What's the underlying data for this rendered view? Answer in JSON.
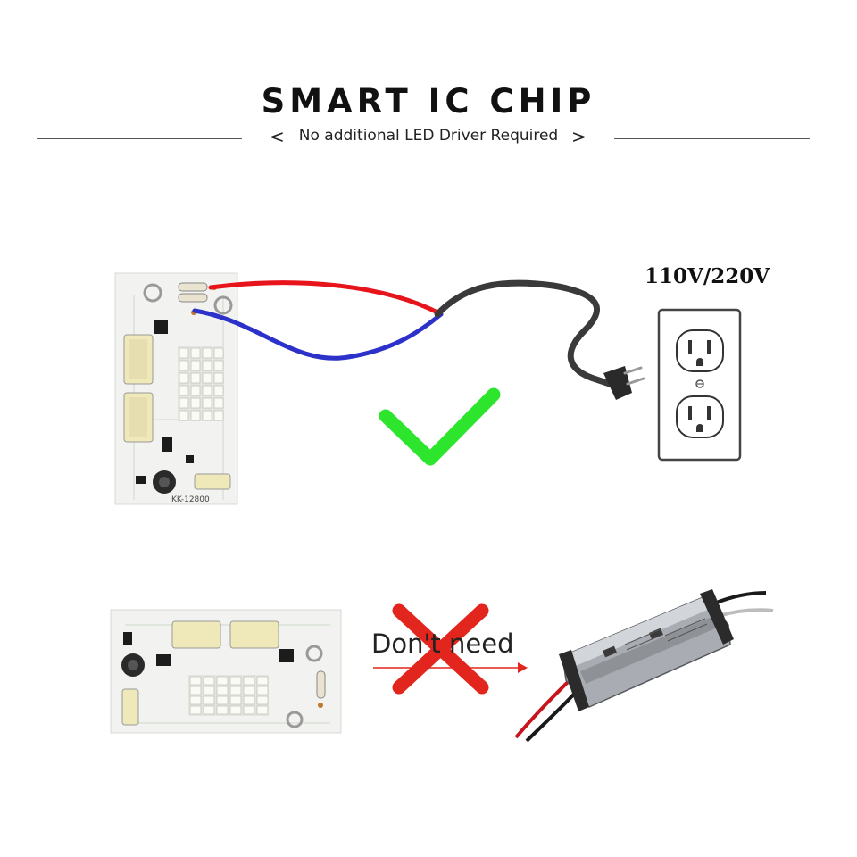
{
  "header": {
    "title": "SMART IC CHIP",
    "subtitle": "No additional LED Driver Required",
    "chevron_left": "<",
    "chevron_right": ">"
  },
  "top_section": {
    "voltage_label": "110V/220V",
    "board_label": "KK-12800"
  },
  "bottom_section": {
    "dont_need_label": "Don't need"
  },
  "colors": {
    "check": "#2ee52e",
    "cross": "#e2261d",
    "live_wire": "#e8141c",
    "neutral_wire": "#2b31c9",
    "cable": "#3a3a3a",
    "pcb": "#f2f3f0",
    "led": "#fbfbf6"
  }
}
